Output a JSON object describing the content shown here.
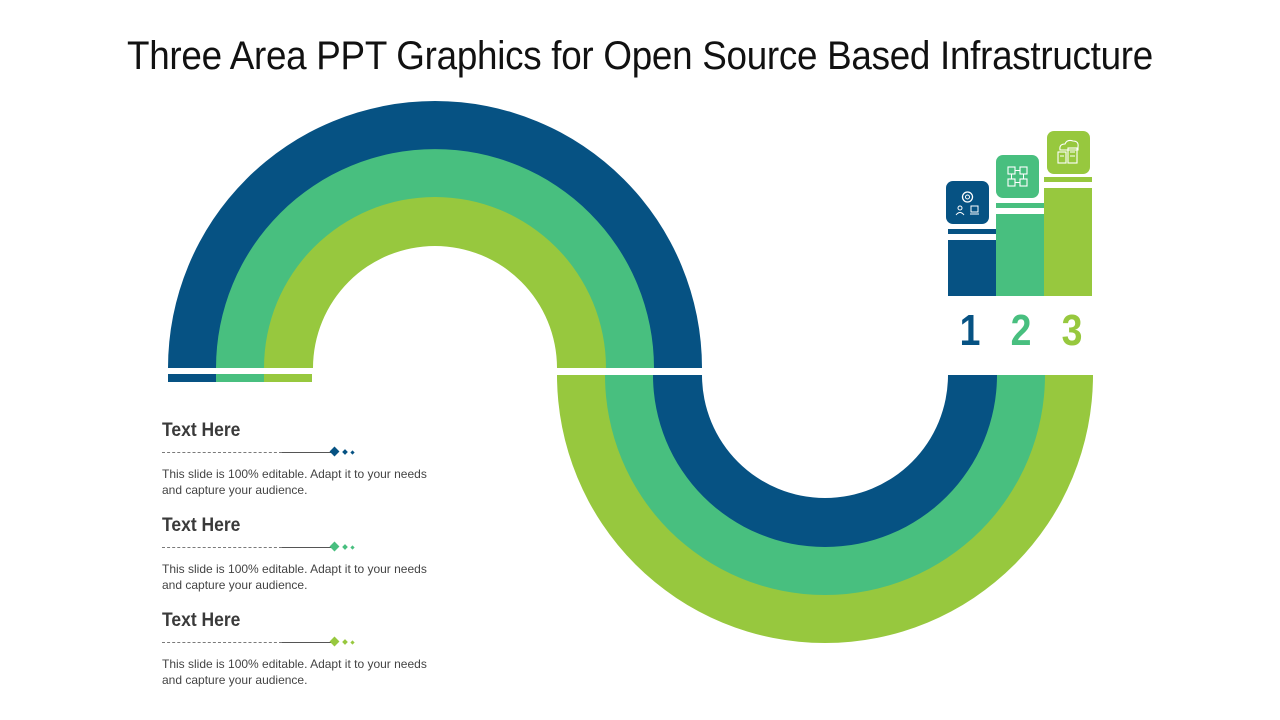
{
  "title": "Three Area PPT Graphics for Open Source Based Infrastructure",
  "colors": {
    "navy": "#065283",
    "teal": "#48BF7F",
    "lime": "#97C83E"
  },
  "steps": [
    {
      "number": "1",
      "icon": "settings-users-icon",
      "color": "#065283"
    },
    {
      "number": "2",
      "icon": "network-circuit-icon",
      "color": "#48BF7F"
    },
    {
      "number": "3",
      "icon": "cloud-building-icon",
      "color": "#97C83E"
    }
  ],
  "text_blocks": [
    {
      "heading": "Text Here",
      "line1": "This slide is 100% editable. Adapt it to your needs",
      "line2": "and capture your audience.",
      "color": "#065283"
    },
    {
      "heading": "Text Here",
      "line1": "This slide is 100% editable. Adapt it to your needs",
      "line2": "and capture your audience.",
      "color": "#48BF7F"
    },
    {
      "heading": "Text Here",
      "line1": "This slide is 100% editable. Adapt it to your needs",
      "line2": "and capture your audience.",
      "color": "#97C83E"
    }
  ]
}
